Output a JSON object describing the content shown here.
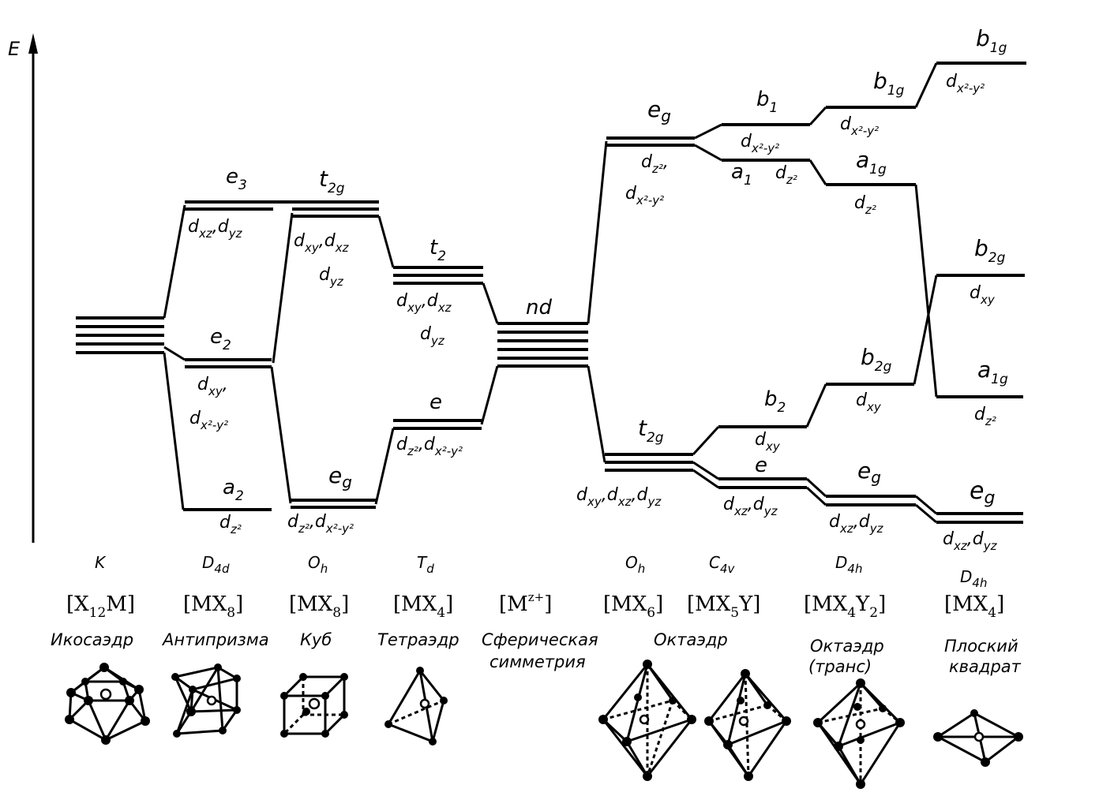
{
  "axis": {
    "label": "E"
  },
  "levels": {
    "e3": {
      "sym": "e",
      "sub": "3",
      "orb": [
        "d",
        "xz",
        ",d",
        "yz"
      ]
    },
    "e2": {
      "sym": "e",
      "sub": "2",
      "orb1": [
        "d",
        "xy",
        ","
      ],
      "orb2": [
        "d",
        "x²-y²"
      ]
    },
    "a2": {
      "sym": "a",
      "sub": "2",
      "orb": [
        "d",
        "z²"
      ]
    },
    "cube_t2g": {
      "sym": "t",
      "sub": "2g",
      "orb1": [
        "d",
        "xy",
        ",d",
        "xz"
      ],
      "orb2": [
        "d",
        "yz"
      ]
    },
    "cube_eg": {
      "sym": "e",
      "sub": "g",
      "orb": [
        "d",
        "z²",
        ",d",
        "x²-y²"
      ]
    },
    "td_t2": {
      "sym": "t",
      "sub": "2",
      "orb1": [
        "d",
        "xy",
        ",d",
        "xz"
      ],
      "orb2": [
        "d",
        "yz"
      ]
    },
    "td_e": {
      "sym": "e",
      "orb": [
        "d",
        "z²",
        ",d",
        "x²-y²"
      ]
    },
    "nd": {
      "text": "nd"
    },
    "oh_eg": {
      "sym": "e",
      "sub": "g",
      "orb1": [
        "d",
        "z²",
        ","
      ],
      "orb2": [
        "d",
        "x²-y²"
      ]
    },
    "oh_t2g": {
      "sym": "t",
      "sub": "2g",
      "orb": [
        "d",
        "xy",
        ",d",
        "xz",
        ",d",
        "yz"
      ]
    },
    "c4v_b1": {
      "sym": "b",
      "sub": "1",
      "orb": [
        "d",
        "x²-y²"
      ]
    },
    "c4v_a1": {
      "sym": "a",
      "sub": "1",
      "orb": [
        "d",
        "z²"
      ]
    },
    "c4v_b2": {
      "sym": "b",
      "sub": "2",
      "orb": [
        "d",
        "xy"
      ]
    },
    "c4v_e": {
      "sym": "e",
      "orb": [
        "d",
        "xz",
        ",d",
        "yz"
      ]
    },
    "trans_b1g": {
      "sym": "b",
      "sub": "1g",
      "orb": [
        "d",
        "x²-y²"
      ]
    },
    "trans_a1g": {
      "sym": "a",
      "sub": "1g",
      "orb": [
        "d",
        "z²"
      ]
    },
    "trans_b2g": {
      "sym": "b",
      "sub": "2g",
      "orb": [
        "d",
        "xy"
      ]
    },
    "trans_eg": {
      "sym": "e",
      "sub": "g",
      "orb": [
        "d",
        "xz",
        ",d",
        "yz"
      ]
    },
    "sq_b1g": {
      "sym": "b",
      "sub": "1g",
      "orb": [
        "d",
        "x²-y²"
      ]
    },
    "sq_b2g": {
      "sym": "b",
      "sub": "2g",
      "orb": [
        "d",
        "xy"
      ]
    },
    "sq_a1g": {
      "sym": "a",
      "sub": "1g",
      "orb": [
        "d",
        "z²"
      ]
    },
    "sq_eg": {
      "sym": "e",
      "sub": "g",
      "orb": [
        "d",
        "xz",
        ",d",
        "yz"
      ]
    }
  },
  "columns": [
    {
      "group": "K",
      "formula": [
        "[X",
        "12",
        "M]"
      ],
      "geometry": [
        "Икосаэдр"
      ]
    },
    {
      "group": "D4d",
      "formula": [
        "[MX",
        "8",
        "]"
      ],
      "geometry": [
        "Антипризма"
      ]
    },
    {
      "group": "Oh",
      "formula": [
        "[MX",
        "8",
        "]"
      ],
      "geometry": [
        "Куб"
      ]
    },
    {
      "group": "Td",
      "formula": [
        "[MX",
        "4",
        "]"
      ],
      "geometry": [
        "Тетраэдр"
      ]
    },
    {
      "group": "",
      "formula": [
        "[M",
        "z+",
        "]"
      ],
      "geometry": [
        "Сферическая",
        "симметрия"
      ]
    },
    {
      "group": "Oh",
      "formula": [
        "[MX",
        "6",
        "]"
      ],
      "geometry": [
        "Октаэдр"
      ]
    },
    {
      "group": "C4v",
      "formula": [
        "[MX",
        "5",
        "Y]"
      ],
      "geometry": []
    },
    {
      "group": "D4h",
      "formula": [
        "[MX",
        "4",
        "Y",
        "2",
        "]"
      ],
      "geometry": [
        "Октаэдр",
        "(транс)"
      ]
    },
    {
      "group": "D4h",
      "formula": [
        "[MX",
        "4",
        "]"
      ],
      "geometry": [
        "Плоский",
        "квадрат"
      ]
    }
  ]
}
